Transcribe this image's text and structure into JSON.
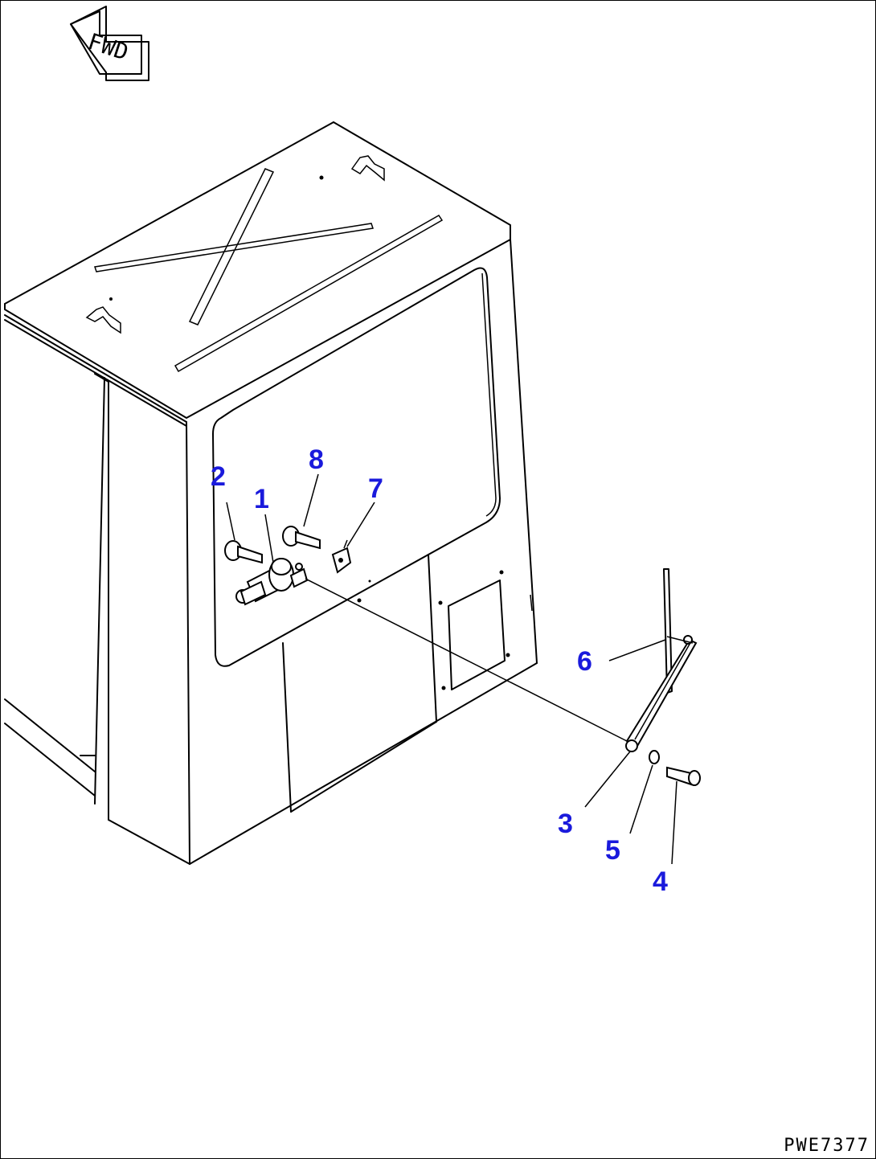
{
  "diagram": {
    "fwd_label": "FWD",
    "drawing_code": "PWE7377",
    "callouts": [
      {
        "id": "1",
        "label": "1"
      },
      {
        "id": "2",
        "label": "2"
      },
      {
        "id": "3",
        "label": "3"
      },
      {
        "id": "4",
        "label": "4"
      },
      {
        "id": "5",
        "label": "5"
      },
      {
        "id": "6",
        "label": "6"
      },
      {
        "id": "7",
        "label": "7"
      },
      {
        "id": "8",
        "label": "8"
      }
    ],
    "callout_color": "#1a1adc"
  }
}
